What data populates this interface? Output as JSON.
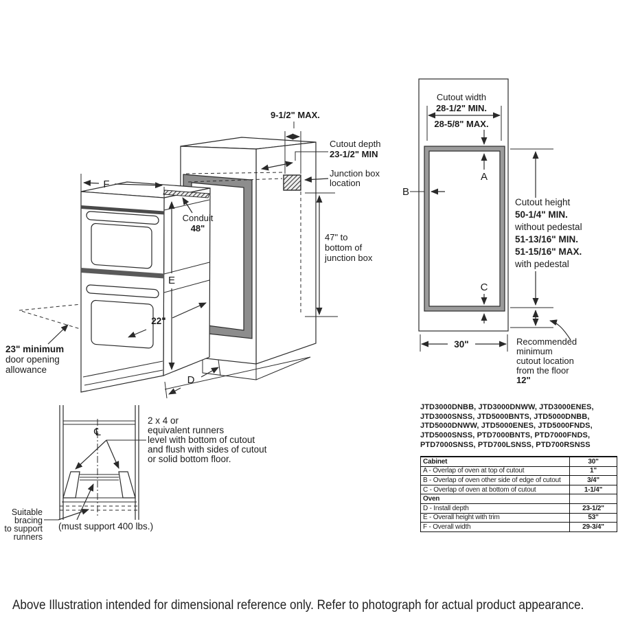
{
  "colors": {
    "line": "#2a2a2a",
    "gasket_gray": "#8d8d8d",
    "frame_gray": "#9b9b9b",
    "band_dark": "#4a4a4a"
  },
  "iso": {
    "f": "F",
    "e": "E",
    "d": "D",
    "dim22": "22\"",
    "max9": "9-1/2\" MAX.",
    "cutout_depth1": "Cutout depth",
    "cutout_depth2": "23-1/2\" MIN",
    "junction1": "Junction box",
    "junction2": "location",
    "conduit1": "Conduit",
    "conduit2": "48\"",
    "h47_1": "47\" to",
    "h47_2": "bottom of",
    "h47_3": "junction box",
    "door1": "23\" minimum",
    "door2": "door opening",
    "door3": "allowance"
  },
  "front": {
    "cw1": "Cutout width",
    "cw2": "28-1/2\" MIN.",
    "cw3": "28-5/8\" MAX.",
    "a": "A",
    "b": "B",
    "c": "C",
    "ch1": "Cutout height",
    "ch2": "50-1/4\" MIN.",
    "ch3": "without pedestal",
    "ch4": "51-13/16\" MIN.",
    "ch5": "51-15/16\" MAX.",
    "ch6": "with pedestal",
    "w30": "30\"",
    "fl1": "Recommended",
    "fl2": "minimum",
    "fl3": "cutout location",
    "fl4": "from the floor",
    "fl5": "12\""
  },
  "runner": {
    "cl": "℄",
    "n1": "2 x 4 or",
    "n2": "equivalent runners",
    "n3": "level with bottom of cutout",
    "n4": "and flush with sides of cutout",
    "n5": "or solid bottom floor.",
    "b1": "Suitable",
    "b2": "bracing",
    "b3": "to support",
    "b4": "runners",
    "support": "(must support 400 lbs.)"
  },
  "models": {
    "lines": [
      "JTD3000DNBB, JTD3000DNWW, JTD3000ENES,",
      "JTD3000SNSS, JTD5000BNTS, JTD5000DNBB,",
      "JTD5000DNWW, JTD5000ENES, JTD5000FNDS,",
      "JTD5000SNSS, PTD7000BNTS, PTD7000FNDS,",
      "PTD7000SNSS, PTD700LSNSS, PTD700RSNSS"
    ]
  },
  "spec_table": {
    "rows": [
      {
        "label": "Cabinet",
        "value": "30\""
      },
      {
        "label": "A - Overlap of oven at top of cutout",
        "value": "1\""
      },
      {
        "label": "B - Overlap of oven other side of edge of cutout",
        "value": "3/4\""
      },
      {
        "label": "C - Overlap of oven at bottom of cutout",
        "value": "1-1/4\""
      },
      {
        "label": "Oven",
        "value": ""
      },
      {
        "label": "D - Install depth",
        "value": "23-1/2\""
      },
      {
        "label": "E - Overall height with trim",
        "value": "53\""
      },
      {
        "label": "F - Overall width",
        "value": "29-3/4\""
      }
    ]
  },
  "caption": "Above Illustration intended for dimensional reference only. Refer to photograph for actual product appearance."
}
